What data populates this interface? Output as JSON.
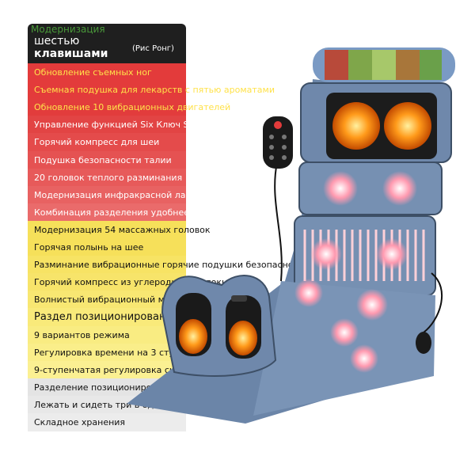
{
  "header": {
    "ghost": "Модернизация",
    "line1": "шестью",
    "line2": "клавишами",
    "brand": "(Рис Ронг)"
  },
  "features": [
    {
      "text": "Обновление съемных ног",
      "bg": "#e33b3b",
      "color": "#ffe24a"
    },
    {
      "text": "Съемная подушка для лекарств с пятью ароматами",
      "bg": "#e33b3b",
      "color": "#ffe24a"
    },
    {
      "text": "Обновление 10 вибрационных двигателей",
      "bg": "#e23c3c",
      "color": "#ffe24a"
    },
    {
      "text": "Управление функцией Six Ключ Smart",
      "bg": "#e24444",
      "color": "#ffffff"
    },
    {
      "text": "Горячий компресс для шеи",
      "bg": "#e44b4b",
      "color": "#ffffff"
    },
    {
      "text": "Подушка безопасности талии",
      "bg": "#e55252",
      "color": "#ffffff"
    },
    {
      "text": "20 головок теплого разминания",
      "bg": "#e75a5a",
      "color": "#ffffff"
    },
    {
      "text": "Модернизация инфракрасной лампы горячего компресса",
      "bg": "#e86262",
      "color": "#ffffff"
    },
    {
      "text": "Комбинация разделения удобнее",
      "bg": "#ea6b6b",
      "color": "#ffffff"
    },
    {
      "text": "Модернизация 54 массажных головок",
      "bg": "#f6e05a",
      "color": "#111111"
    },
    {
      "text": "Горячая полынь на шее",
      "bg": "#f6e05a",
      "color": "#111111"
    },
    {
      "text": "Разминание вибрационные горячие подушки безопасности прижигание",
      "bg": "#f7e364",
      "color": "#111111"
    },
    {
      "text": "Горячий компресс из углеродного волокна",
      "bg": "#f7e46a",
      "color": "#111111"
    },
    {
      "text": "Волнистый вибрационный массаж всего тела",
      "bg": "#f8e772",
      "color": "#111111"
    },
    {
      "text": "Раздел позиционирования",
      "bg": "#f9ea7a",
      "color": "#111111"
    },
    {
      "text": "9 вариантов режима",
      "bg": "#f9ec82",
      "color": "#111111"
    },
    {
      "text": "Регулировка времени на 3 ступени",
      "bg": "#faee8a",
      "color": "#111111"
    },
    {
      "text": "9-ступенчатая регулировка силы",
      "bg": "#fbf092",
      "color": "#111111"
    },
    {
      "text": "Разделение позиционирования всего тела",
      "bg": "#e4e4e4",
      "color": "#111111"
    },
    {
      "text": "Лежать и сидеть три в одном",
      "bg": "#e8e8e8",
      "color": "#111111"
    },
    {
      "text": "Складное хранения",
      "bg": "#ececec",
      "color": "#111111"
    }
  ]
}
